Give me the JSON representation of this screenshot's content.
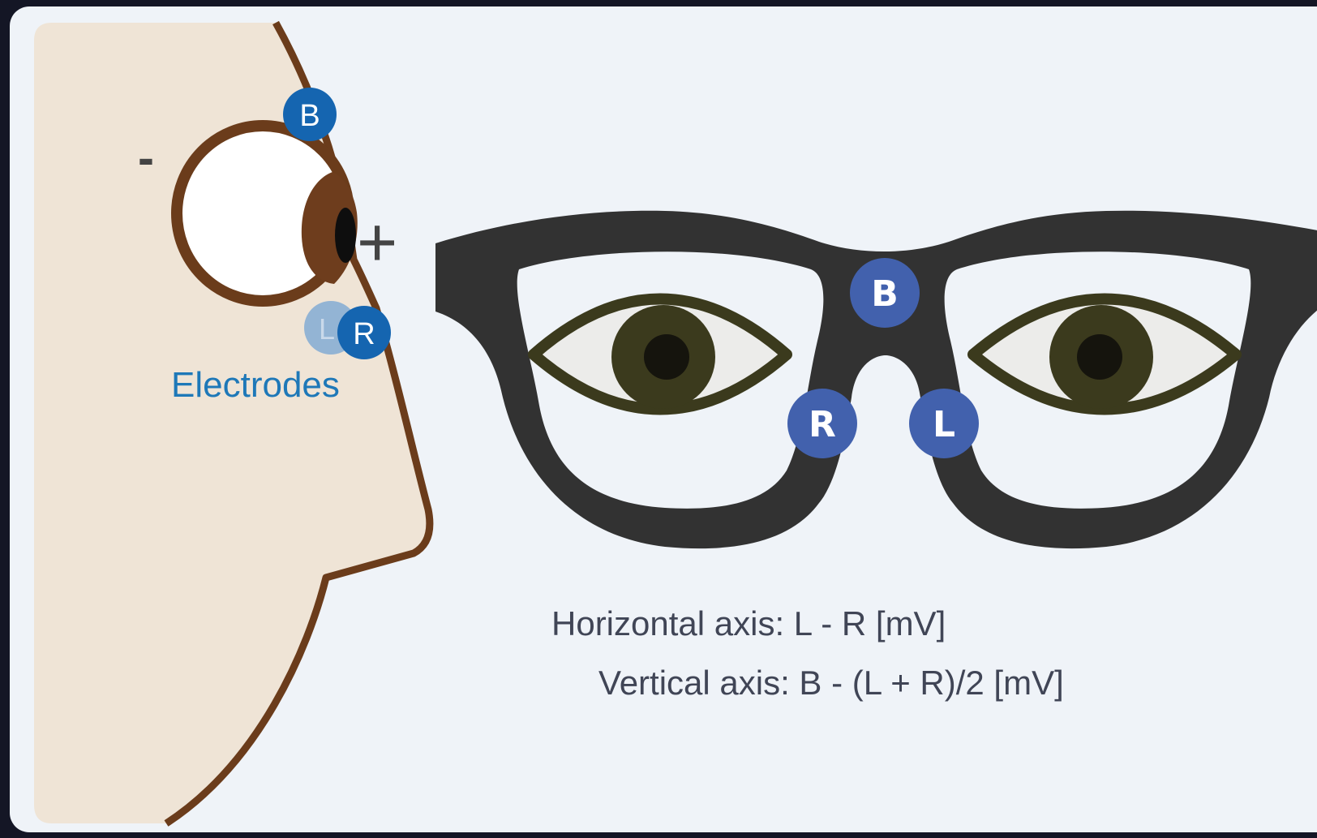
{
  "side_view": {
    "electrode_b": "B",
    "electrode_l": "L",
    "electrode_r": "R",
    "minus_sign": "-",
    "plus_sign": "+",
    "caption": "Electrodes"
  },
  "glasses": {
    "electrode_b": "B",
    "electrode_r": "R",
    "electrode_l": "L"
  },
  "axes": {
    "horizontal": "Horizontal axis: L - R [mV]",
    "vertical": "Vertical axis: B - (L + R)/2 [mV]"
  },
  "colors": {
    "background": "#141625",
    "panel": "#eff3f8",
    "skin": "#efe4d6",
    "outline": "#6b3c1b",
    "iris_side": "#6e3d1d",
    "electrode_side": "#1565b0",
    "electrode_side_faded": "#93b4d4",
    "frame": "#323232",
    "electrode_glasses": "#4261ad",
    "eye_outline": "#3b3a1d",
    "caption": "#1e78b8",
    "axis_text": "#404556"
  }
}
